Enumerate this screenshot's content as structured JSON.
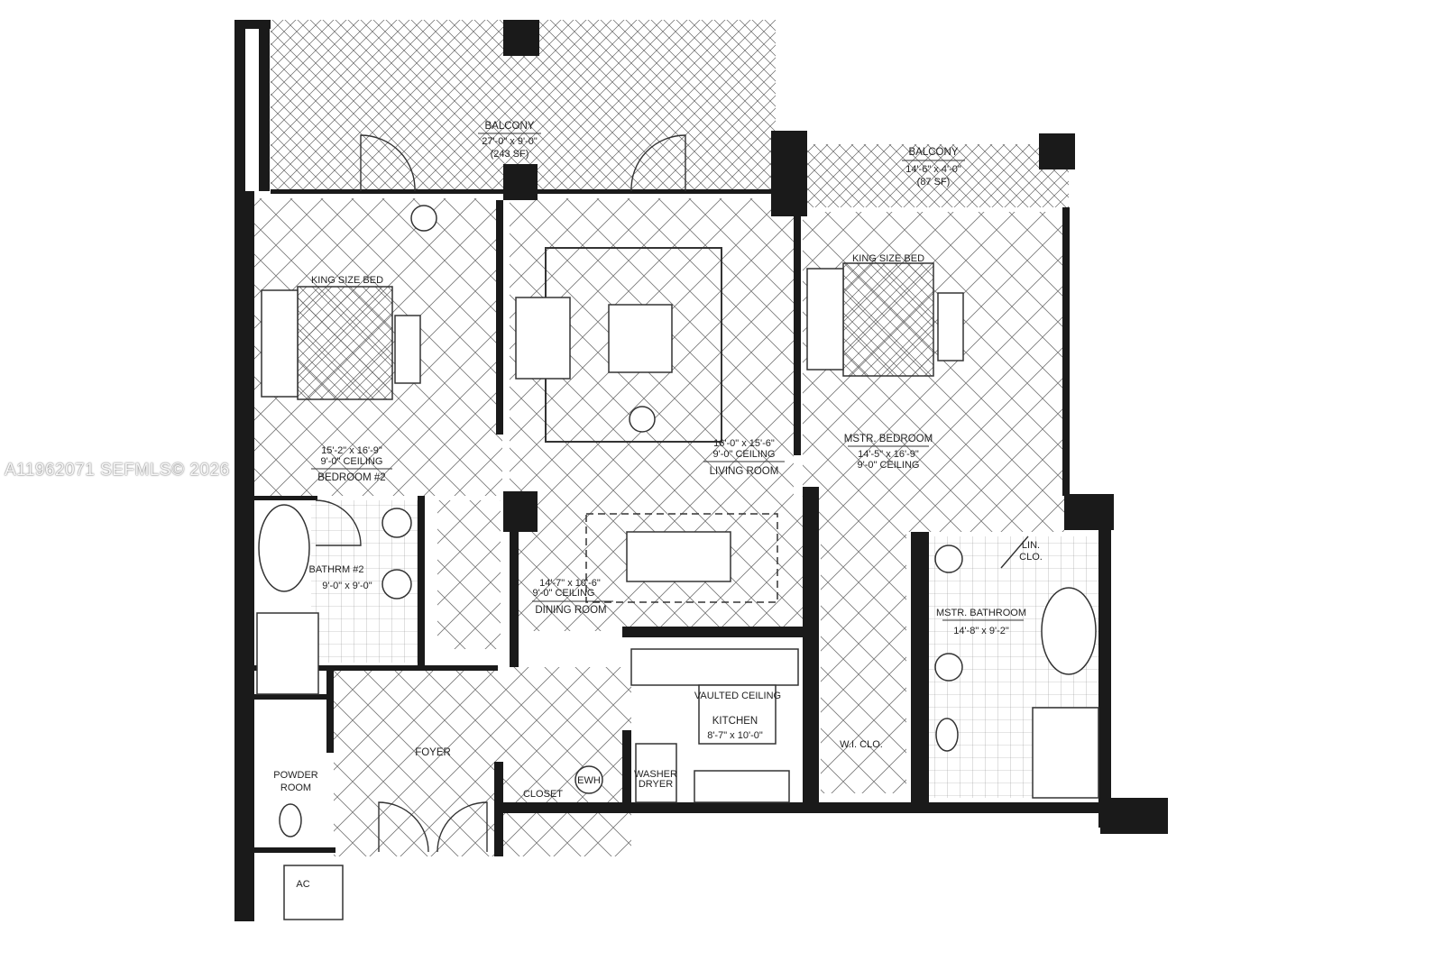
{
  "watermark": "A11962071  SEFMLS© 2026",
  "rooms": {
    "balcony_main": {
      "name": "BALCONY",
      "dims": "27'-0\" x 9'-0\"",
      "area": "(243 SF)"
    },
    "balcony_master": {
      "name": "BALCONY",
      "dims": "14'-6\" x 4'-0\"",
      "area": "(87 SF)"
    },
    "bedroom2": {
      "dims": "15'-2\" x 16'-9\"",
      "ceiling": "9'-0\" CEILING",
      "name": "BEDROOM #2"
    },
    "living": {
      "dims": "16'-0\" x 15'-6\"",
      "ceiling": "9'-0\" CEILING",
      "name": "LIVING ROOM"
    },
    "master_bedroom": {
      "name": "MSTR. BEDROOM",
      "dims": "14'-5\" x 16'-9\"",
      "ceiling": "9'-0\" CEILING"
    },
    "bath2": {
      "name": "BATHRM #2",
      "dims": "9'-0\" x 9'-0\""
    },
    "dining": {
      "dims": "14'-7\" x 10'-6\"",
      "ceiling": "9'-0\" CEILING",
      "name": "DINING ROOM"
    },
    "master_bath": {
      "name": "MSTR. BATHROOM",
      "dims": "14'-8\" x 9'-2\""
    },
    "wic": {
      "name": "W.I. CLO."
    },
    "kitchen": {
      "note": "VAULTED CEILING",
      "name": "KITCHEN",
      "dims": "8'-7\" x 10'-0\""
    },
    "foyer": {
      "name": "FOYER"
    },
    "powder": {
      "line1": "POWDER",
      "line2": "ROOM"
    },
    "closet": {
      "name": "CLOSET"
    },
    "ewh": {
      "name": "EWH"
    },
    "laundry": {
      "line1": "WASHER",
      "line2": "DRYER"
    },
    "linen": {
      "line1": "LIN.",
      "line2": "CLO."
    },
    "ac": {
      "name": "AC"
    },
    "bed_labels": {
      "bed2": "KING SIZE BED",
      "master": "KING SIZE BED"
    }
  },
  "colors": {
    "wall": "#1a1a1a",
    "line": "#333333",
    "background": "#ffffff"
  }
}
